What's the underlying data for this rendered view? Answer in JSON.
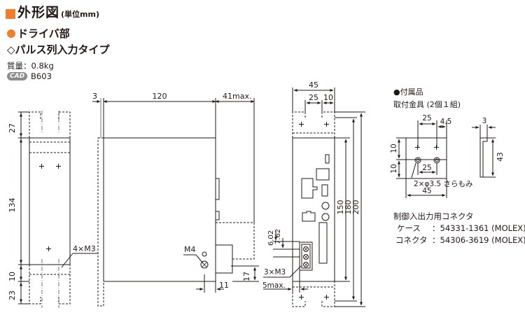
{
  "colors": {
    "accent": "#f07f2c",
    "line": "#231815",
    "grey": "#8c8c8c"
  },
  "header": {
    "title": "外形図",
    "unit": "(単位mm)"
  },
  "info": {
    "driver": "ドライバ部",
    "pulse": "◇パルス列入力タイプ",
    "mass": "質量：0.8kg",
    "cad_badge": "CAD",
    "cad_code": "B603"
  },
  "dims": {
    "d3": "3",
    "d120": "120",
    "d41": "41max.",
    "d27": "27",
    "d134": "134",
    "d10": "10",
    "d23": "23",
    "d4m3": "4×M3",
    "dm4": "M4",
    "d17": "17",
    "d11": "11",
    "d45": "45",
    "d25": "25",
    "d10b": "10",
    "d150": "150",
    "d180": "180",
    "d200": "200",
    "d602": "6.02",
    "d762": "7.62",
    "d3m3": "3×M3",
    "d5max": "5max."
  },
  "accessory": {
    "title": "●付属品",
    "bracket": "取付金具 (2個１組)",
    "w25": "25",
    "w45b": "4.5",
    "w3": "3",
    "h43": "43",
    "h10a": "10",
    "h10b": "10",
    "w25b": "25",
    "w45": "45",
    "hole": "2×φ3.5 さらもみ"
  },
  "connector": {
    "title": "制御入出力用コネクタ",
    "case_label": "ケース",
    "case_value": "：54331-1361 (MOLEX)",
    "conn_label": "コネクタ",
    "conn_value": "：54306-3619 (MOLEX)"
  }
}
